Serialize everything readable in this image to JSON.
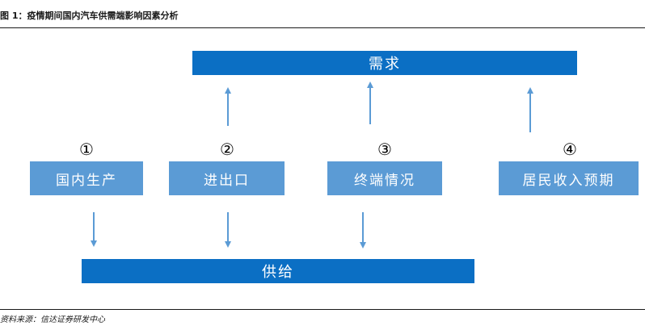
{
  "figure": {
    "title": "图 1：疫情期间国内汽车供需端影响因素分析",
    "source": "资料来源：信达证券研发中心"
  },
  "diagram": {
    "demand_label": "需求",
    "supply_label": "供给",
    "factors": [
      {
        "number": "①",
        "label": "国内生产"
      },
      {
        "number": "②",
        "label": "进出口"
      },
      {
        "number": "③",
        "label": "终端情况"
      },
      {
        "number": "④",
        "label": "居民收入预期"
      }
    ]
  },
  "colors": {
    "bar": "#0b6fc4",
    "factor_box": "#5b9bd5",
    "arrow": "#5b9bd5"
  }
}
